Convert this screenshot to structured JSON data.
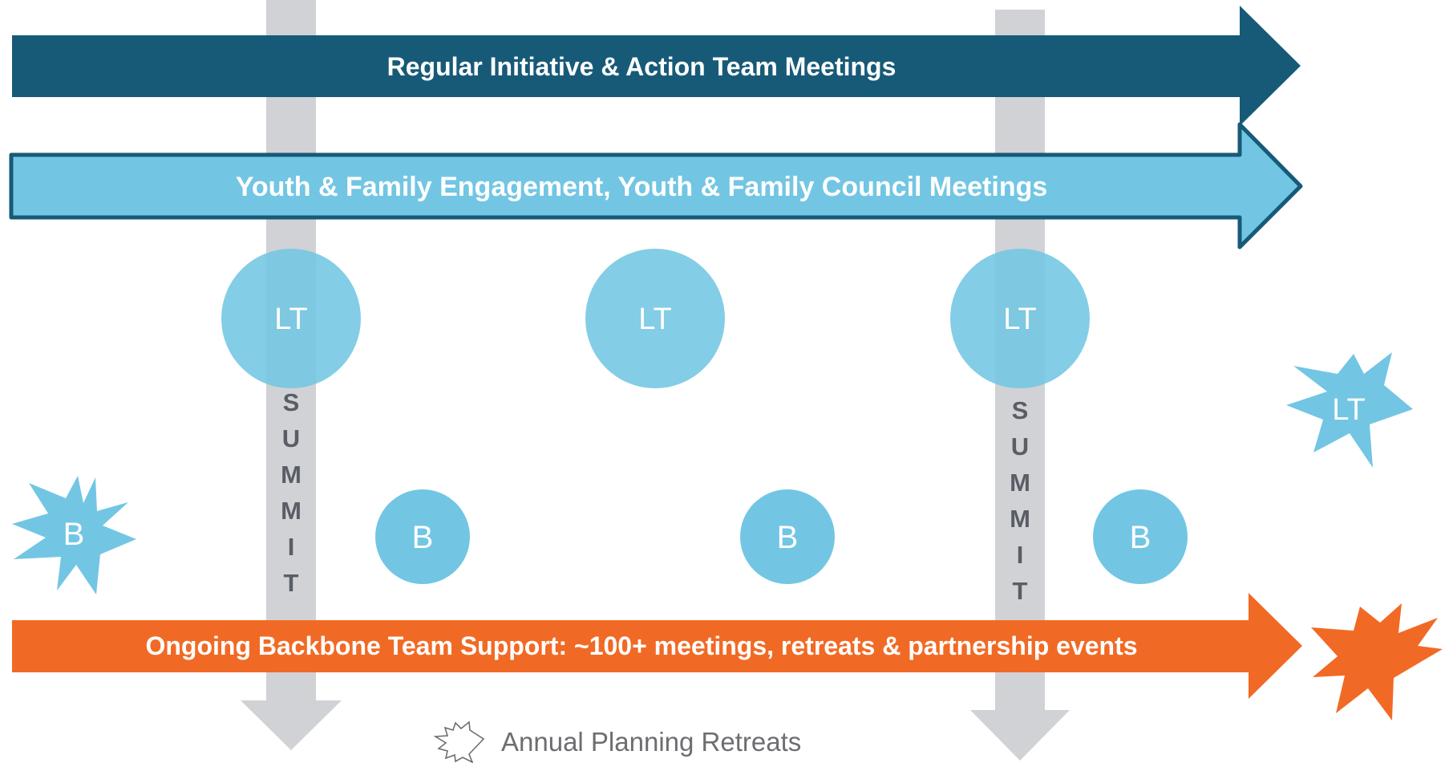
{
  "banners": {
    "initiative": {
      "label": "Regular Initiative & Action Team Meetings"
    },
    "youth": {
      "label": "Youth & Family Engagement,  Youth & Family Council Meetings"
    },
    "backbone": {
      "label": "Ongoing Backbone Team Support: ~100+ meetings, retreats & partnership events"
    }
  },
  "summits": [
    {
      "letters": [
        "S",
        "U",
        "M",
        "M",
        "I",
        "T"
      ]
    },
    {
      "letters": [
        "S",
        "U",
        "M",
        "M",
        "I",
        "T"
      ]
    }
  ],
  "nodes": {
    "lt_circles": [
      "LT",
      "LT",
      "LT"
    ],
    "lt_star": "LT",
    "b_star": "B",
    "b_circles": [
      "B",
      "B",
      "B"
    ]
  },
  "legend": {
    "label": "Annual Planning Retreats",
    "icon": "starburst-outline-icon"
  },
  "colors": {
    "initiative": "#175a78",
    "youth": "#72c6e3",
    "youth_border": "#175a78",
    "backbone": "#f16a25",
    "node": "#72c6e3",
    "summit": "#d1d2d6",
    "summit_text": "#595e66",
    "legend_text": "#6d6e71"
  }
}
